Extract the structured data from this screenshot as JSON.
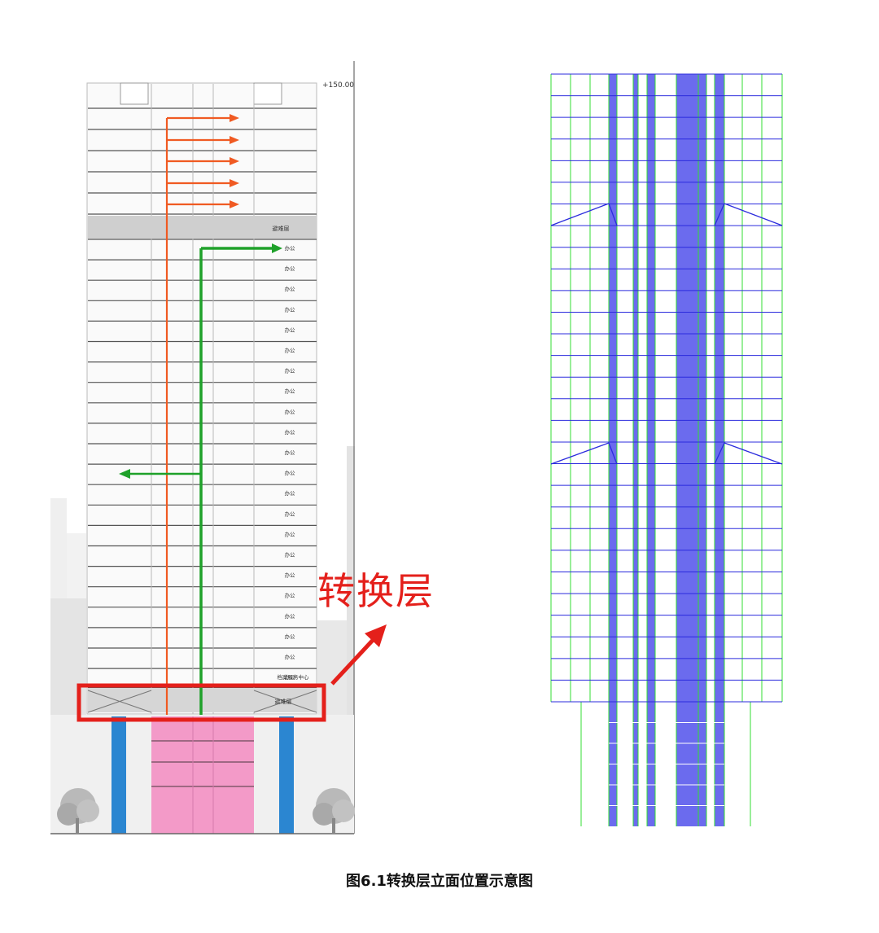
{
  "elevation": {
    "level_mark": "+150.00",
    "transfer_label": "转换层",
    "floor_label": "办公",
    "refuge_label": "避难层",
    "center_label": "档案服务中心",
    "colors": {
      "orange_route": "#f05a22",
      "green_route": "#1fa12a",
      "highlight_box": "#e4201b",
      "pink_zone": "#f39ac8",
      "blue_columns": "#2b86d1",
      "refuge_band": "#cfcfcf"
    }
  },
  "model": {
    "colors": {
      "grid_green": "#33dd33",
      "beam_blue": "#2b2bdd",
      "core_fill": "#6b6bee"
    }
  },
  "caption": "图6.1转换层立面位置示意图"
}
